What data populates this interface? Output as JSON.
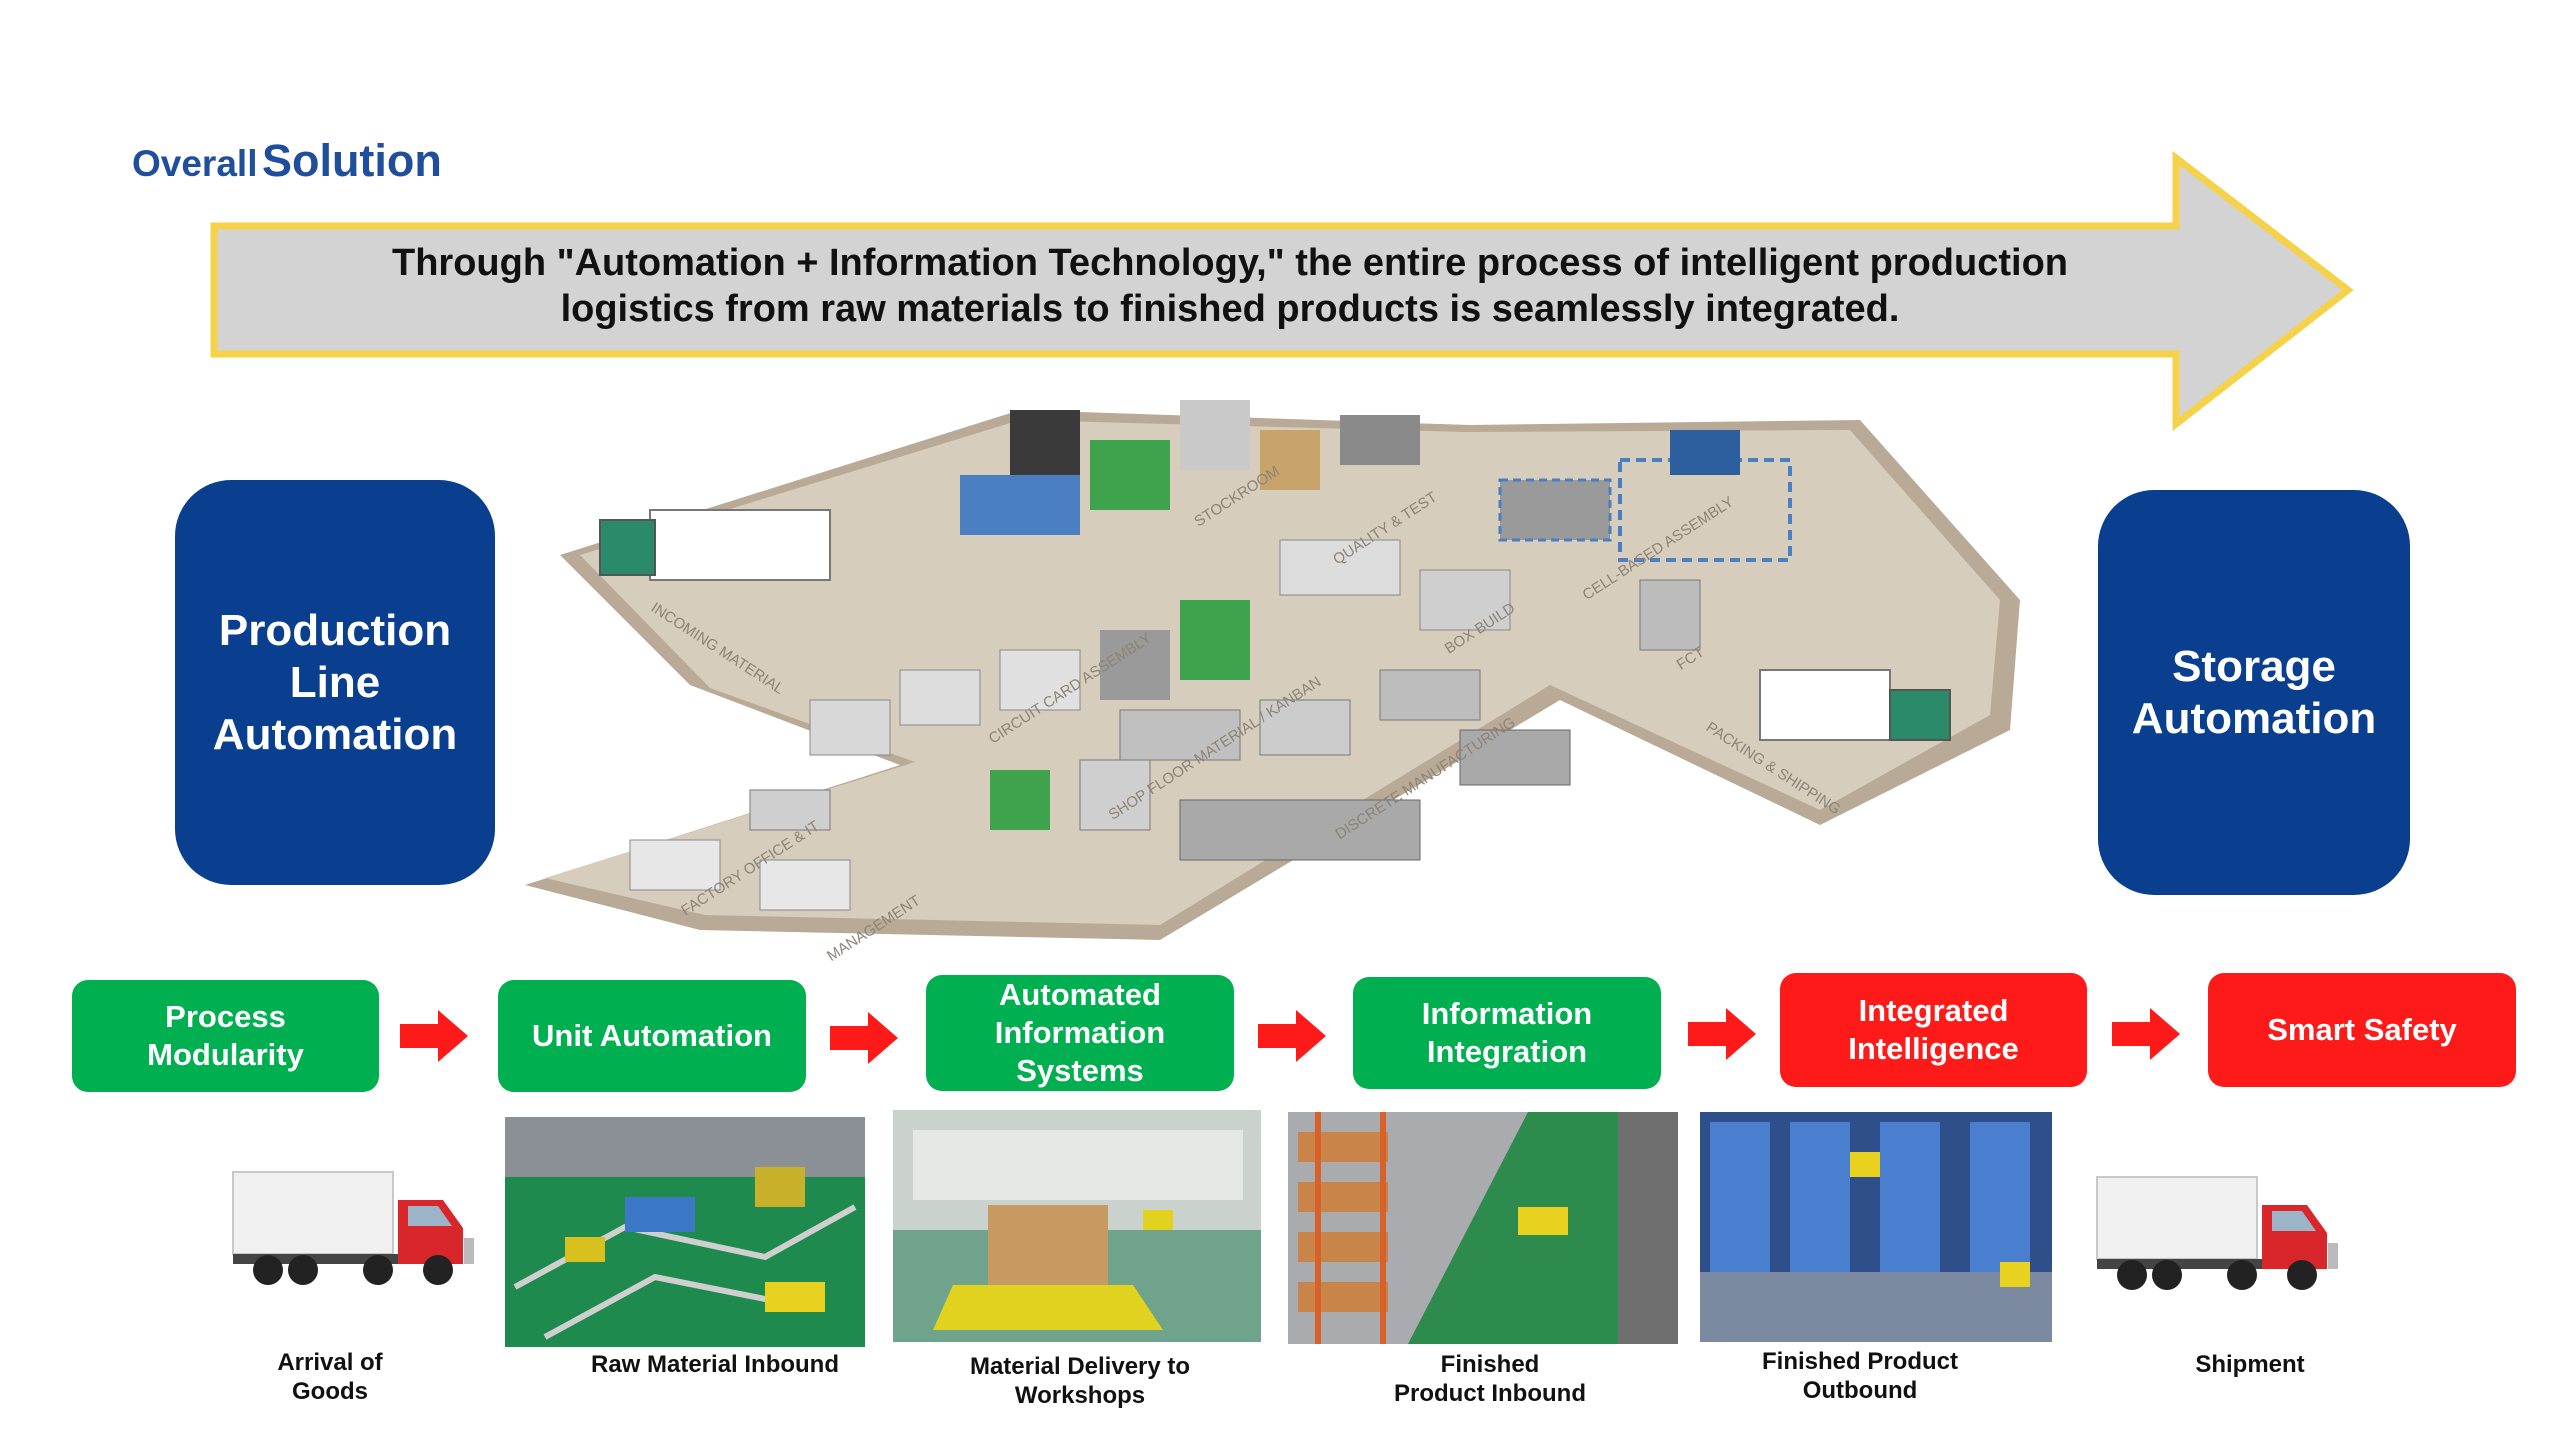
{
  "title": {
    "prefix": "Overall",
    "main": "Solution"
  },
  "banner": {
    "line1": "Through \"Automation + Information Technology,\" the entire process of intelligent production",
    "line2": "logistics from raw materials to finished products is seamlessly integrated."
  },
  "left_box": {
    "line1": "Production",
    "line2": "Line",
    "line3": "Automation"
  },
  "right_box": {
    "line1": "Storage",
    "line2": "Automation"
  },
  "factory_areas": [
    "INCOMING MATERIAL",
    "STOCKROOM",
    "QUALITY & TEST",
    "CELL-BASED ASSEMBLY",
    "CIRCUIT CARD ASSEMBLY",
    "BOX BUILD",
    "FCT",
    "SHOP FLOOR MATERIAL / KANBAN",
    "DISCRETE MANUFACTURING",
    "PACKING & SHIPPING",
    "FACTORY OFFICE & IT",
    "MANAGEMENT"
  ],
  "stages": [
    {
      "line1": "Process",
      "line2": "Modularity",
      "color": "#00b050"
    },
    {
      "line1": "Unit Automation",
      "line2": "",
      "color": "#00b050"
    },
    {
      "line1": "Automated",
      "line2": "Information",
      "line3": "Systems",
      "color": "#00b050"
    },
    {
      "line1": "Information",
      "line2": "Integration",
      "color": "#00b050"
    },
    {
      "line1": "Integrated",
      "line2": "Intelligence",
      "color": "#ff1a1a"
    },
    {
      "line1": "Smart Safety",
      "line2": "",
      "color": "#ff1a1a"
    }
  ],
  "captions": [
    {
      "line1": "Arrival of",
      "line2": "Goods"
    },
    {
      "line1": "Raw Material Inbound",
      "line2": ""
    },
    {
      "line1": "Material Delivery to",
      "line2": "Workshops"
    },
    {
      "line1": "Finished",
      "line2": "Product Inbound"
    },
    {
      "line1": "Finished Product",
      "line2": "Outbound"
    },
    {
      "line1": "Shipment",
      "line2": ""
    }
  ],
  "colors": {
    "title_blue": "#1f4e9c",
    "box_blue": "#0a3f8f",
    "green": "#00b050",
    "red": "#ff1a1a",
    "arrow_fill": "#d3d3d3",
    "arrow_border": "#f5d24a"
  },
  "icons": {
    "stage_arrow": "red-right-arrow-icon",
    "truck": "truck-icon"
  }
}
